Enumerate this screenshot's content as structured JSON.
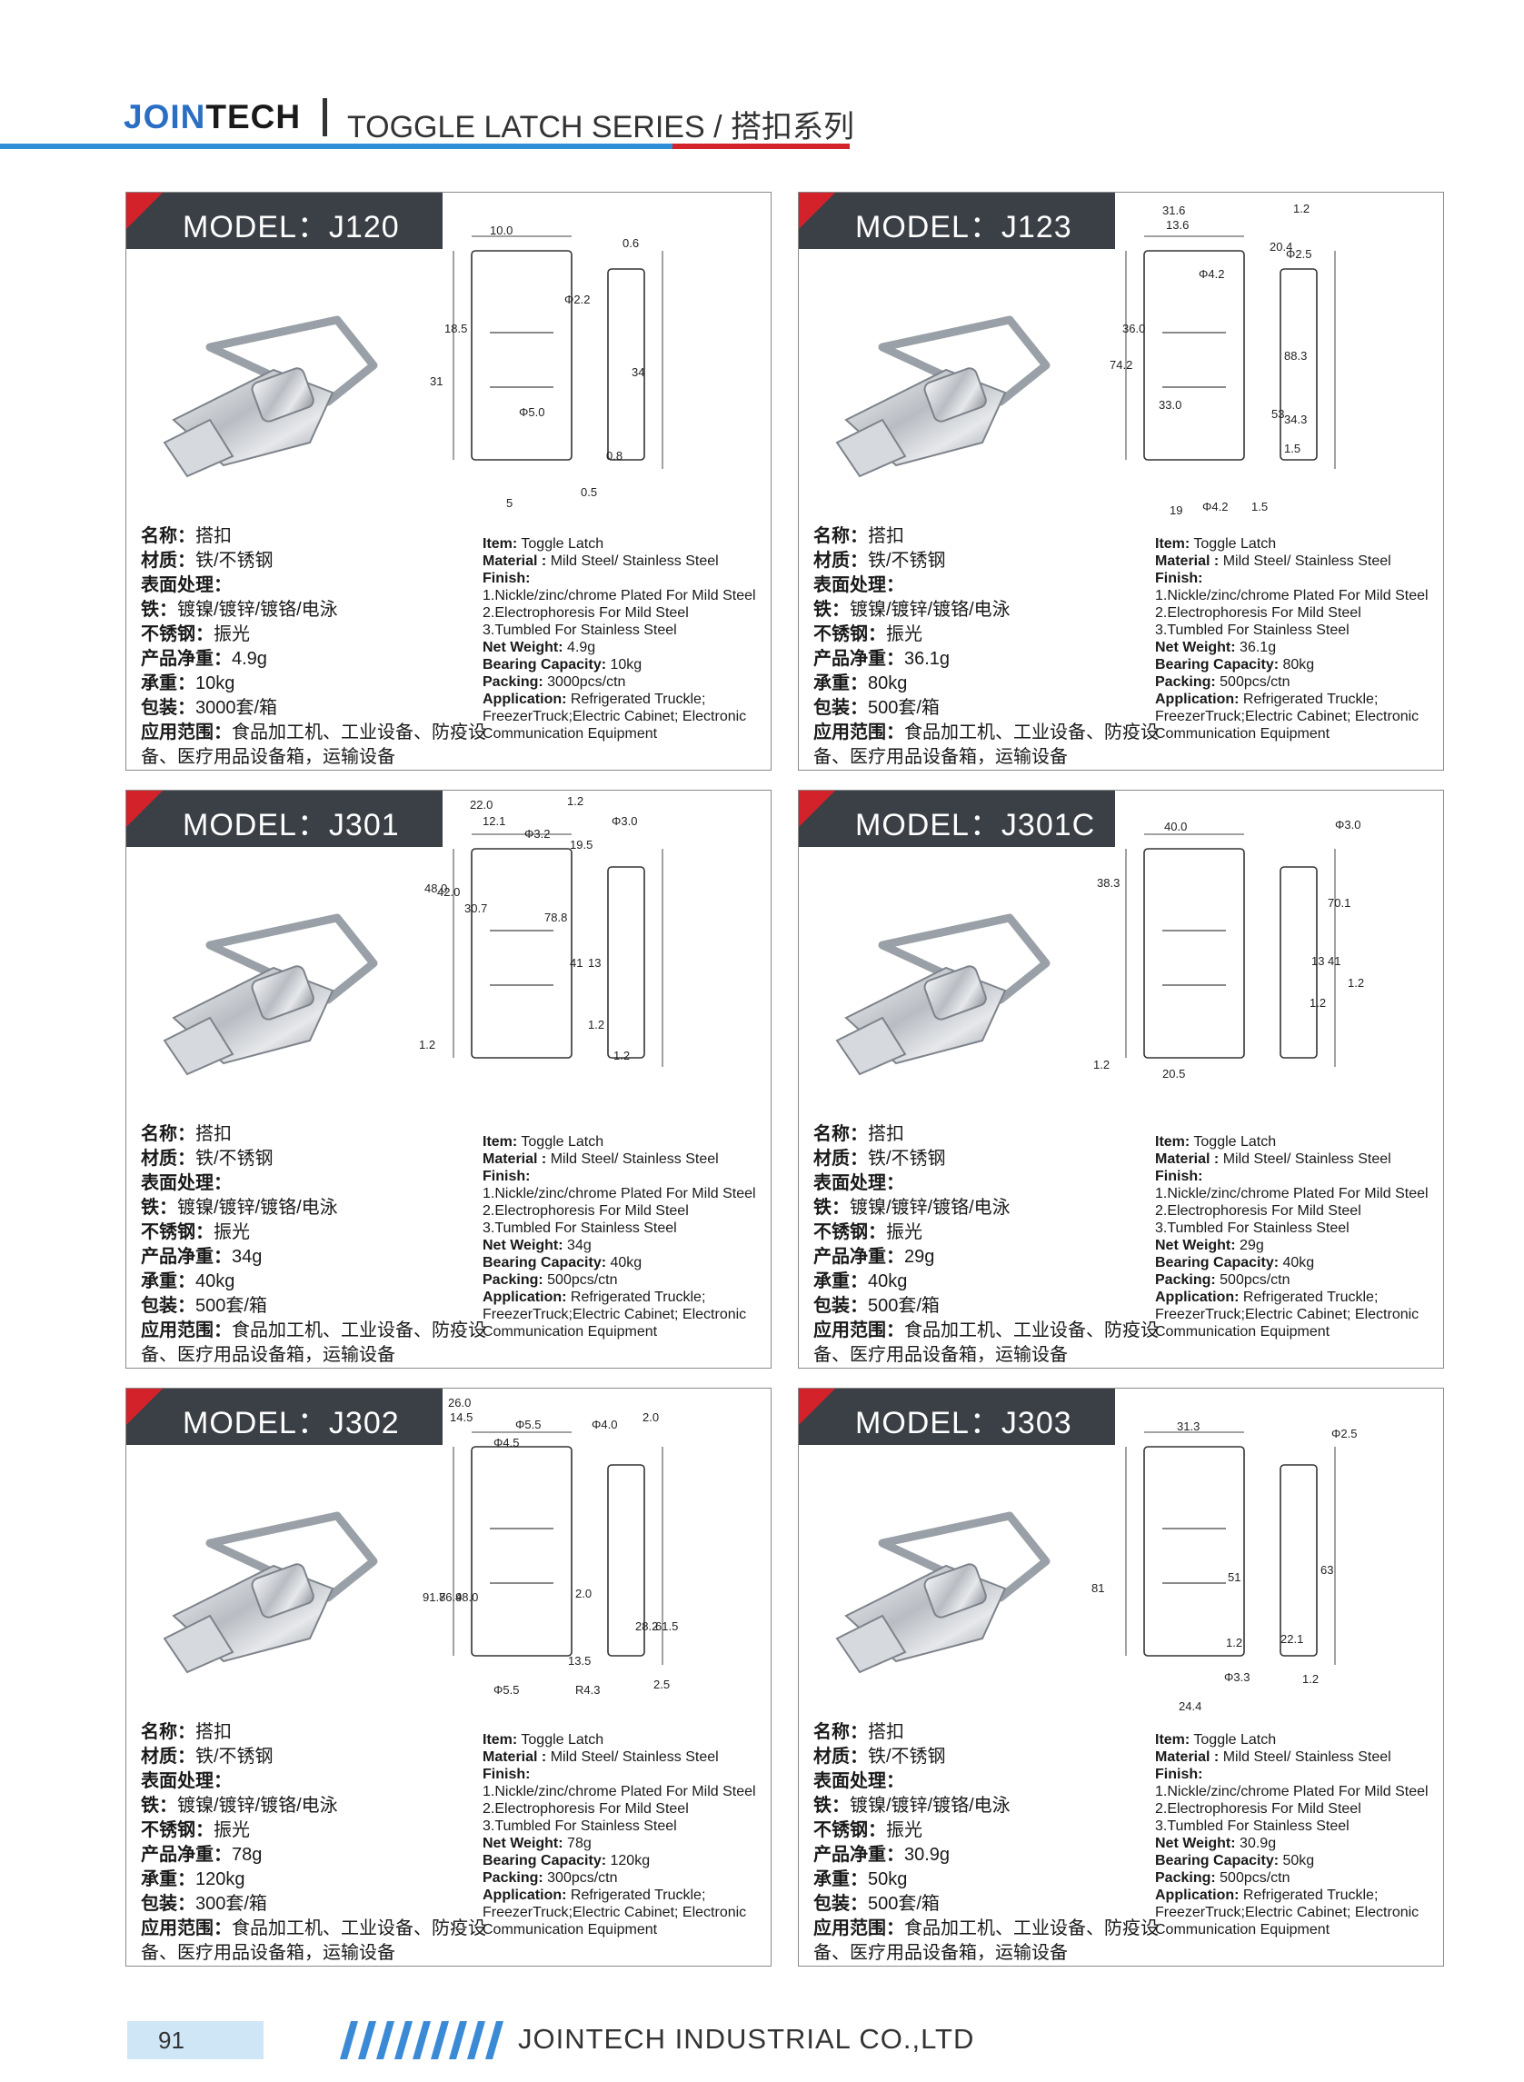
{
  "header": {
    "brand_a": "JOIN",
    "brand_b": "TECH",
    "series": "TOGGLE LATCH SERIES / 搭扣系列"
  },
  "labels_cn": {
    "name": "名称：",
    "material": "材质：",
    "finish": "表面处理：",
    "iron": "铁：",
    "stainless": "不锈钢：",
    "weight": "产品净重：",
    "bearing": "承重：",
    "packing": "包装：",
    "application": "应用范围："
  },
  "labels_en": {
    "item": "Item:",
    "material": "Material :",
    "finish": "Finish:",
    "weight": "Net Weight:",
    "bearing": "Bearing Capacity:",
    "packing": "Packing:",
    "application": "Application:"
  },
  "common_cn": {
    "name": "搭扣",
    "material": "铁/不锈钢",
    "iron": "镀镍/镀锌/镀铬/电泳",
    "stainless": "振光",
    "application": "食品加工机、工业设备、防疫设备、医疗用品设备箱，运输设备"
  },
  "common_en": {
    "item": "Toggle Latch",
    "material": "Mild Steel/ Stainless Steel",
    "finish_1": "1.Nickle/zinc/chrome Plated For Mild Steel",
    "finish_2": "2.Electrophoresis For Mild Steel",
    "finish_3": "3.Tumbled For Stainless Steel",
    "application": "Refrigerated Truckle; FreezerTruck;Electric Cabinet; Electronic Communication Equipment"
  },
  "products": [
    {
      "model": "MODEL：J120",
      "weight_cn": "4.9g",
      "bearing_cn": "10kg",
      "packing_cn": "3000套/箱",
      "weight_en": "4.9g",
      "bearing_en": "10kg",
      "packing_en": "3000pcs/ctn",
      "dims": [
        "10.0",
        "0.6",
        "Φ2.2",
        "18.5",
        "31",
        "34",
        "Φ5.0",
        "0.8",
        "0.5",
        "5"
      ]
    },
    {
      "model": "MODEL：J123",
      "weight_cn": "36.1g",
      "bearing_cn": "80kg",
      "packing_cn": "500套/箱",
      "weight_en": "36.1g",
      "bearing_en": "80kg",
      "packing_en": "500pcs/ctn",
      "dims": [
        "31.6",
        "13.6",
        "1.2",
        "Φ2.5",
        "20.4",
        "Φ4.2",
        "74.2",
        "36.0",
        "88.3",
        "33.0",
        "53",
        "34.3",
        "1.5",
        "19",
        "Φ4.2",
        "1.5"
      ]
    },
    {
      "model": "MODEL：J301",
      "weight_cn": "34g",
      "bearing_cn": "40kg",
      "packing_cn": "500套/箱",
      "weight_en": "34g",
      "bearing_en": "40kg",
      "packing_en": "500pcs/ctn",
      "dims": [
        "22.0",
        "12.1",
        "Φ3.2",
        "1.2",
        "Φ3.0",
        "19.5",
        "48.0",
        "42.0",
        "30.7",
        "78.8",
        "41",
        "13",
        "1.2",
        "1.2",
        "1.2"
      ]
    },
    {
      "model": "MODEL：J301C",
      "weight_cn": "29g",
      "bearing_cn": "40kg",
      "packing_cn": "500套/箱",
      "weight_en": "29g",
      "bearing_en": "40kg",
      "packing_en": "500pcs/ctn",
      "dims": [
        "40.0",
        "Φ3.0",
        "38.3",
        "70.1",
        "41",
        "13",
        "1.2",
        "1.2",
        "1.2",
        "20.5"
      ]
    },
    {
      "model": "MODEL：J302",
      "weight_cn": "78g",
      "bearing_cn": "120kg",
      "packing_cn": "300套/箱",
      "weight_en": "78g",
      "bearing_en": "120kg",
      "packing_en": "300pcs/ctn",
      "dims": [
        "26.0",
        "14.5",
        "Φ5.5",
        "Φ4.5",
        "Φ4.0",
        "2.0",
        "91.8",
        "76.9",
        "48.0",
        "2.0",
        "61.5",
        "28.2",
        "13.5",
        "R4.3",
        "2.5",
        "Φ5.5"
      ]
    },
    {
      "model": "MODEL：J303",
      "weight_cn": "30.9g",
      "bearing_cn": "50kg",
      "packing_cn": "500套/箱",
      "weight_en": "30.9g",
      "bearing_en": "50kg",
      "packing_en": "500pcs/ctn",
      "dims": [
        "31.3",
        "Φ2.5",
        "51",
        "81",
        "63",
        "1.2",
        "22.1",
        "Φ3.3",
        "1.2",
        "24.4"
      ]
    }
  ],
  "footer": {
    "page_number": "91",
    "company": "JOINTECH INDUSTRIAL CO.,LTD"
  }
}
